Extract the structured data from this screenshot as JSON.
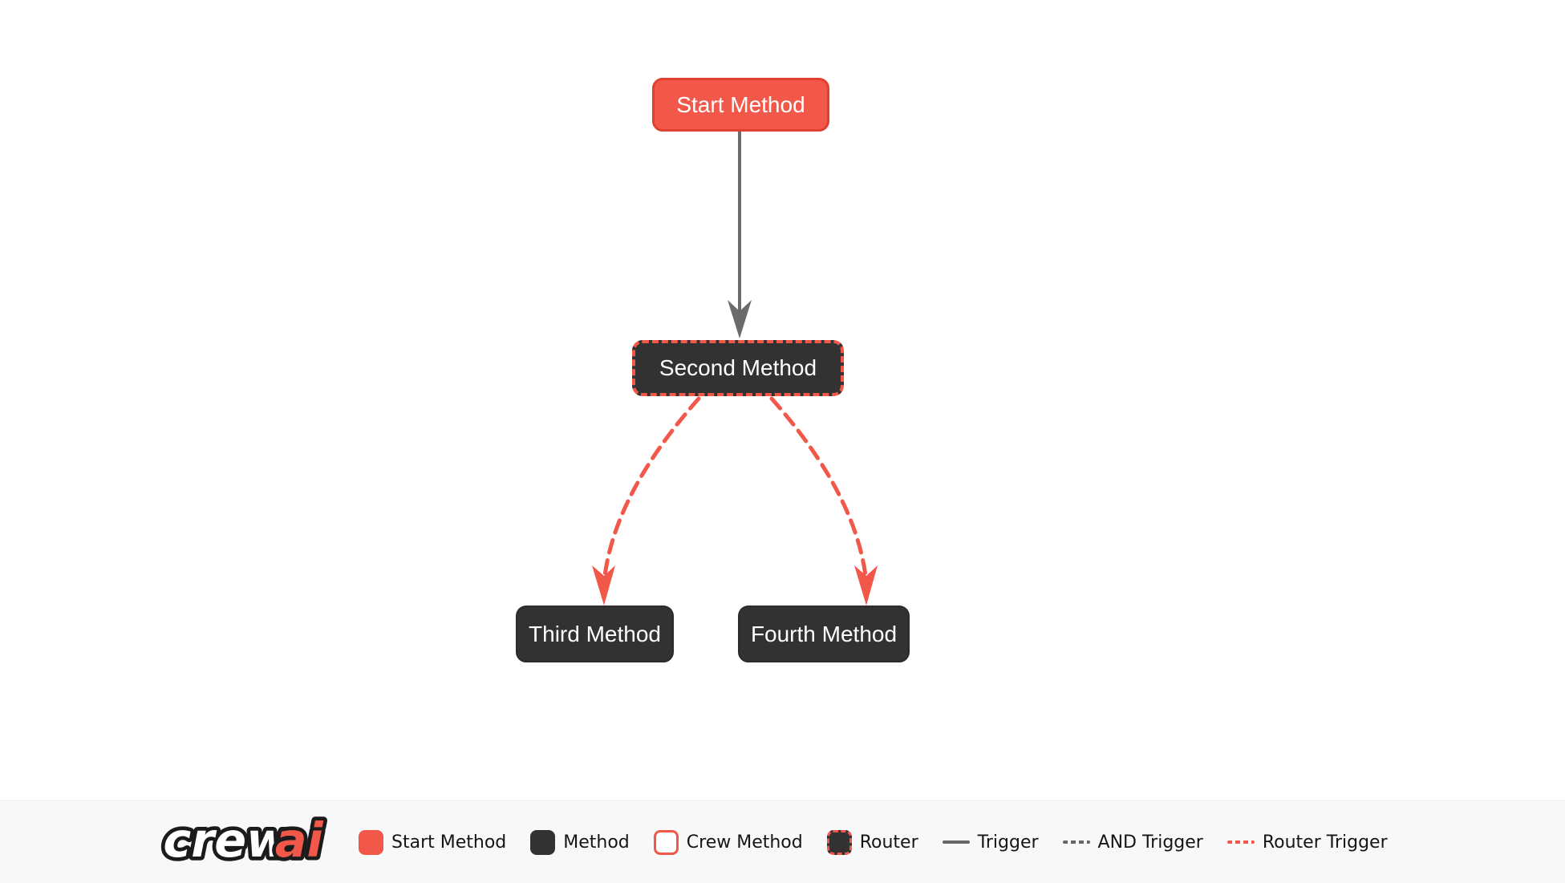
{
  "diagram": {
    "nodes": [
      {
        "id": "start",
        "label": "Start Method",
        "type": "start-method"
      },
      {
        "id": "second",
        "label": "Second Method",
        "type": "router"
      },
      {
        "id": "third",
        "label": "Third Method",
        "type": "method"
      },
      {
        "id": "fourth",
        "label": "Fourth Method",
        "type": "method"
      }
    ],
    "edges": [
      {
        "from": "Start Method",
        "to": "Second Method",
        "type": "Trigger"
      },
      {
        "from": "Second Method",
        "to": "Third Method",
        "type": "Router Trigger"
      },
      {
        "from": "Second Method",
        "to": "Fourth Method",
        "type": "Router Trigger"
      }
    ]
  },
  "footer": {
    "logo": {
      "part1": "crew",
      "part2": "ai"
    },
    "legend": [
      {
        "label": "Start Method",
        "swatch": "start"
      },
      {
        "label": "Method",
        "swatch": "method"
      },
      {
        "label": "Crew Method",
        "swatch": "crew"
      },
      {
        "label": "Router",
        "swatch": "router"
      },
      {
        "label": "Trigger",
        "swatch": "line-solid"
      },
      {
        "label": "AND Trigger",
        "swatch": "line-dashed"
      },
      {
        "label": "Router Trigger",
        "swatch": "line-dashed-red"
      }
    ]
  },
  "colors": {
    "accent_red": "#F25849",
    "accent_red_dark": "#E2402F",
    "node_dark": "#323232",
    "edge_gray": "#6B6B6B",
    "footer_bg": "#F7F8FA",
    "node_text": "#FFFFFF",
    "legend_text": "#151515"
  }
}
